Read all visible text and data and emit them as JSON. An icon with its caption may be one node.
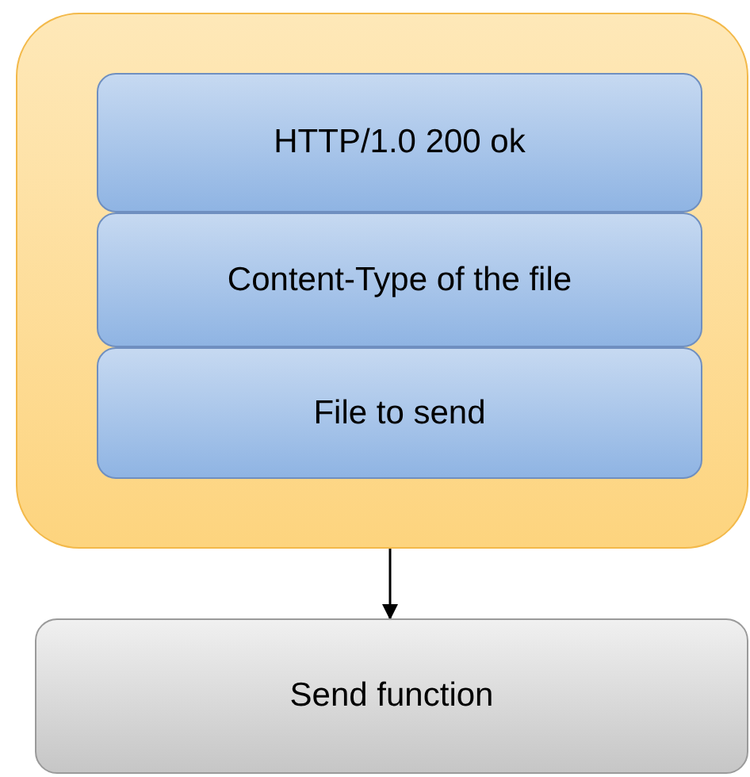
{
  "diagram": {
    "nodes": [
      {
        "text": [],
        "shape": "box"
      },
      {
        "text": [
          "HTTP/1.0 200 ok"
        ],
        "in": 0
      },
      {
        "text": [
          "Content-Type of the file"
        ],
        "in": 0
      },
      {
        "text": [
          "File to send"
        ],
        "in": 0
      },
      {
        "text": [
          "Send function"
        ]
      }
    ],
    "edges": [
      {
        "from": 0,
        "to": 4,
        "arrow": "to"
      }
    ]
  }
}
